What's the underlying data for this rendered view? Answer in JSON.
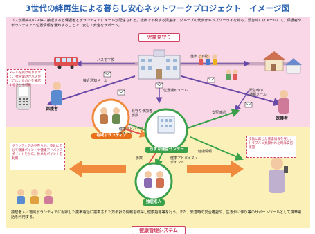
{
  "title": "3世代の絆再生による暮らし安心ネットワークプロジェクト　イメージ図",
  "top_section": {
    "header": "児童見守り",
    "description": "バスが最寄のバス停に接近すると保護者とボランティアにメールが配信される。徒歩で下校する児童は、グループの代表がキッズケータイを持ち、緊急時にはメールにて、保護者やボランティアへ位置情報を通知することで、安心・安全をサポート。",
    "bus_label": "バスで下校",
    "walk_label": "徒歩で下校",
    "guardian_left": "保護者",
    "guardian_right": "保護者",
    "volunteer_label": "地域ボランティア",
    "approach_mail": "接近通知メール",
    "position_mail": "位置通知メール",
    "emergency_mail": "緊急時の\n通報メール",
    "phone_note": "メールを受け取りやすく、携帯電話がバスがどこにいるのかを確認することも可能"
  },
  "center": {
    "label": "きずな運営センター",
    "steps_left": "見守り参加者\n歩数",
    "health_advice_left": "健康アドバイス・\nポイント",
    "steps_mid": "歩数",
    "health_advice_mid": "健康アドバイス・\nポイント",
    "safety_check": "安否確認",
    "health_info": "健康情報"
  },
  "bottom_section": {
    "header": "健康管理システム",
    "elderly_label": "独居老人",
    "volunteer_note": "ボランティアの見守りや、歩数に応じて健康ポイントや健康アドバイスポイントを付与。貯めたポイントを利用",
    "elderly_note": "歩数に応じた健康情報を受け、トラブルに見舞われた時は安否確認",
    "description": "独居老人／地域ボランティアに配布した携帯電話に搭載された万歩計の情報を取得し健康指導等を行う。また、緊急時の安否確認や、生きがい作り等のサポートツールとして携帯電話を利用する。"
  },
  "colors": {
    "title": "#2a62b0",
    "pink_band": "#f9d7e6",
    "yellow_band": "#fbf1b8",
    "arrow_orange": "#f08a3c",
    "arrow_purple": "#6a4aa8",
    "arrow_green": "#3aa14a",
    "header_red": "#d04060"
  }
}
